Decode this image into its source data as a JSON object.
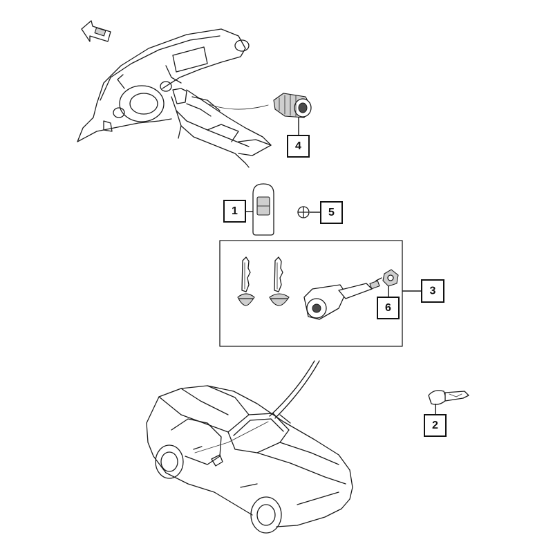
{
  "callouts": [
    {
      "number": "1",
      "part": "key-fob-transmitter"
    },
    {
      "number": "2",
      "part": "emergency-key-blade"
    },
    {
      "number": "3",
      "part": "lock-set-kit"
    },
    {
      "number": "4",
      "part": "push-button-start-switch"
    },
    {
      "number": "5",
      "part": "battery-symbol"
    },
    {
      "number": "6",
      "part": "lock-cylinder-retainer"
    }
  ],
  "colors": {
    "line": "#1a1a1a",
    "background": "#ffffff"
  }
}
